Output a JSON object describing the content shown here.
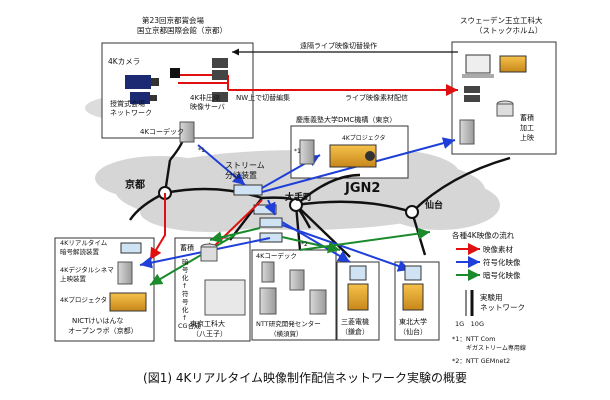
{
  "kyoto_venue": {
    "line1": "第23回京都賞会場",
    "line2": "国立京都国際会館（京都）",
    "camera": "4Kカメラ",
    "hall_line1": "授賞式会場",
    "hall_line2": "ネットワーク",
    "server_line1": "4K非圧縮",
    "server_line2": "映像サーバ",
    "codec": "4Kコーデック"
  },
  "sweden": {
    "line1": "スウェーデン王立工科大",
    "line2": "（ストックホルム）",
    "store_line1": "蓄積",
    "store_line2": "加工",
    "store_line3": "上映"
  },
  "links": {
    "remote_switch": "遠隔ライブ映像切替操作",
    "nw_edit": "NW上で切替編集",
    "live_delivery": "ライブ映像素材配信"
  },
  "keio": {
    "label": "慶應義塾大学DMC機構（東京）",
    "projector": "4Kプロジェクタ"
  },
  "network": {
    "stream": "ストリーム",
    "branch": "分岐装置",
    "kyoto": "京都",
    "otemachi": "大手町",
    "jgn2": "JGN2",
    "sendai": "仙台"
  },
  "nict": {
    "realtime_line1": "4Kリアルタイム",
    "realtime_line2": "暗号解読装置",
    "digital_cinema_line1": "4Kデジタルシネマ",
    "digital_cinema_line2": "上映装置",
    "projector": "4Kプロジェクタ",
    "name_line1": "NICTけいはんな",
    "name_line2": "オープンラボ（京都）"
  },
  "tokyo_tech": {
    "storage": "蓄積",
    "flow": [
      "暗",
      "号",
      "化",
      "↑",
      "符",
      "号",
      "化",
      "↑",
      "CG合成"
    ],
    "name_line1": "東京工科大",
    "name_line2": "（八王子）"
  },
  "ntt": {
    "codec": "4Kコーデック",
    "name_line1": "NTT研究開発センター",
    "name_line2": "（横須賀）"
  },
  "mitsubishi": {
    "name_line1": "三菱電機",
    "name_line2": "（鎌倉）"
  },
  "tohoku": {
    "name_line1": "東北大学",
    "name_line2": "（仙台）"
  },
  "legend": {
    "title": "各種4K映像の流れ",
    "items": [
      {
        "label": "映像素材",
        "color": "#e01010"
      },
      {
        "label": "符号化映像",
        "color": "#1f3fd8"
      },
      {
        "label": "暗号化映像",
        "color": "#1a8a2a"
      }
    ],
    "realnet_line1": "実験用",
    "realnet_line2": "ネットワーク",
    "speed": "1G　10G"
  },
  "notes": {
    "n1_mark": "*1",
    "n1_line1": "*1：NTT Com",
    "n1_line2": "ギガストリーム専用線",
    "n2_mark": "*2",
    "n2_line1": "*2：NTT GEMnet2"
  },
  "caption": "(図1) 4Kリアルタイム映像制作配信ネットワーク実験の概要"
}
